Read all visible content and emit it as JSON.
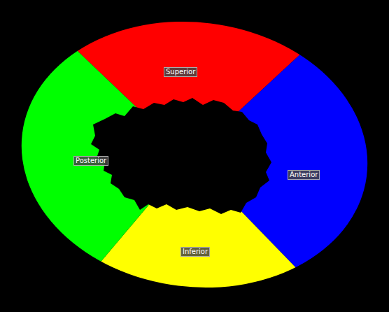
{
  "diagram": {
    "nodes": [
      {
        "text": [
          "Superior"
        ]
      },
      {
        "text": [
          "Posterior"
        ]
      },
      {
        "text": [
          "Anterior"
        ]
      },
      {
        "text": [
          "Inferior"
        ]
      }
    ]
  }
}
